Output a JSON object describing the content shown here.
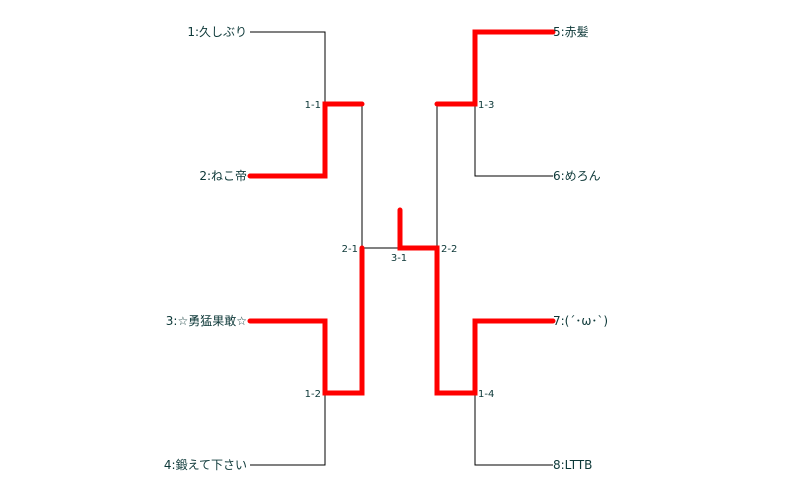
{
  "players": [
    {
      "label": "1:久しぶり"
    },
    {
      "label": "2:ねこ帝"
    },
    {
      "label": "3:☆勇猛果敢☆"
    },
    {
      "label": "4:鍛えて下さい"
    },
    {
      "label": "5:赤髪"
    },
    {
      "label": "6:めろん"
    },
    {
      "label": "7:(´･ω･`)"
    },
    {
      "label": "8:LTTB"
    }
  ],
  "matches": {
    "m1_1": "1-1",
    "m1_2": "1-2",
    "m1_3": "1-3",
    "m1_4": "1-4",
    "m2_1": "2-1",
    "m2_2": "2-2",
    "m3_1": "3-1"
  },
  "colors": {
    "winner_line": "#ff0000",
    "loser_line": "#000000",
    "text": "#0d3838"
  }
}
